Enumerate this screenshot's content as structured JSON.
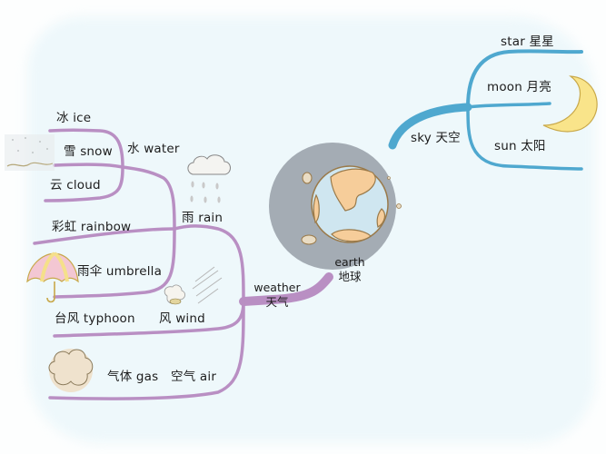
{
  "title": "earth mind map",
  "colors": {
    "background": "#eef8fb",
    "weather_branch": "#b98fc3",
    "sky_branch": "#4fa8cf",
    "center_circle": "#a4acb4",
    "earth_ocean": "#cfe6f0",
    "earth_land": "#f6cd9a",
    "earth_outline": "#9a7a4a",
    "moon": "#f9e48a"
  },
  "center": {
    "en": "earth",
    "zh": "地球",
    "icon": "earth-globe-icon"
  },
  "branches": {
    "sky": {
      "label": "sky 天空",
      "children": [
        {
          "label": "star 星星"
        },
        {
          "label": "moon 月亮",
          "icon": "crescent-moon-icon"
        },
        {
          "label": "sun 太阳"
        }
      ]
    },
    "weather": {
      "label_en": "weather",
      "label_zh": "天气",
      "children": [
        {
          "label": "水 water",
          "children": [
            {
              "label": "冰 ice"
            },
            {
              "label": "雪 snow",
              "icon": "snow-icon"
            },
            {
              "label": "云 cloud"
            }
          ]
        },
        {
          "label": "雨 rain",
          "icon": "rain-cloud-icon",
          "children": [
            {
              "label": "彩虹 rainbow"
            },
            {
              "label": "雨伞 umbrella",
              "icon": "umbrella-icon"
            }
          ]
        },
        {
          "label": "风 wind",
          "icon": "wind-icon",
          "children": [
            {
              "label": "台风 typhoon"
            }
          ]
        },
        {
          "label": "空气 air",
          "children": [
            {
              "label": "气体 gas",
              "icon": "gas-cloud-icon"
            }
          ]
        }
      ]
    }
  }
}
